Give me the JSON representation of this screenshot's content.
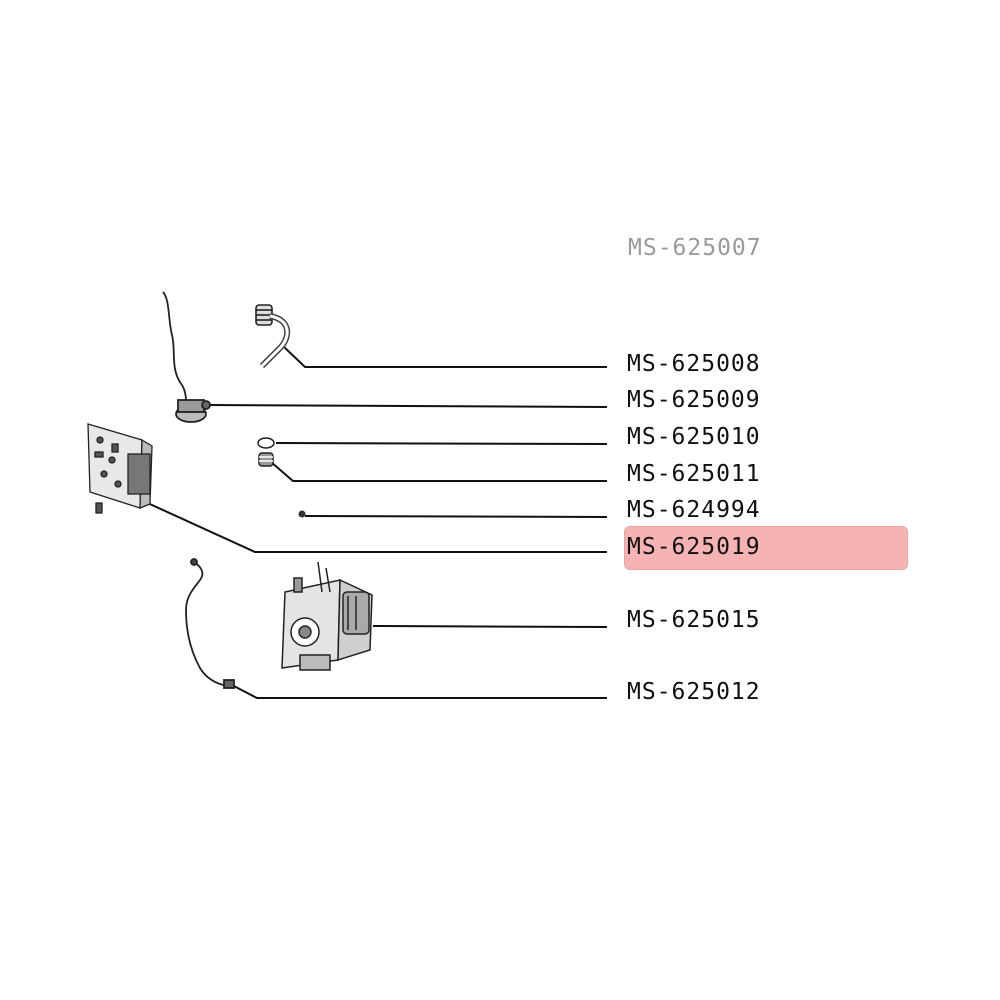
{
  "diagram": {
    "partial_label": "MS-625007",
    "highlight_color": "#f6b3b3",
    "parts": [
      {
        "id": "MS-625008",
        "label": "MS-625008",
        "highlighted": false
      },
      {
        "id": "MS-625009",
        "label": "MS-625009",
        "highlighted": false
      },
      {
        "id": "MS-625010",
        "label": "MS-625010",
        "highlighted": false
      },
      {
        "id": "MS-625011",
        "label": "MS-625011",
        "highlighted": false
      },
      {
        "id": "MS-624994",
        "label": "MS-624994",
        "highlighted": false
      },
      {
        "id": "MS-625019",
        "label": "MS-625019",
        "highlighted": true
      },
      {
        "id": "MS-625015",
        "label": "MS-625015",
        "highlighted": false
      },
      {
        "id": "MS-625012",
        "label": "MS-625012",
        "highlighted": false
      }
    ]
  }
}
